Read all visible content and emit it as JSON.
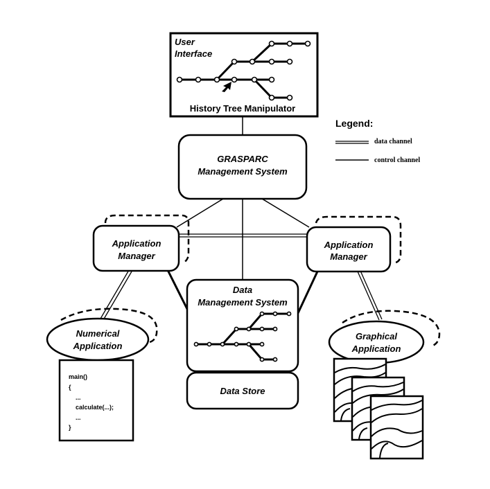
{
  "diagram": {
    "user_interface": {
      "label_line1": "User",
      "label_line2": "Interface",
      "caption": "History Tree Manipulator"
    },
    "gms": {
      "line1": "GRASPARC",
      "line2": "Management System"
    },
    "legend": {
      "title": "Legend:",
      "items": [
        {
          "style": "double-line",
          "label": "data channel"
        },
        {
          "style": "single-line",
          "label": "control channel"
        }
      ]
    },
    "app_manager_left": {
      "line1": "Application",
      "line2": "Manager"
    },
    "app_manager_right": {
      "line1": "Application",
      "line2": "Manager"
    },
    "dms": {
      "line1": "Data",
      "line2": "Management System"
    },
    "data_store": {
      "label": "Data Store"
    },
    "numerical_app": {
      "line1": "Numerical",
      "line2": "Application",
      "code_lines": [
        "main()",
        "{",
        "...",
        "calculate(...);",
        "...",
        "}"
      ]
    },
    "graphical_app": {
      "line1": "Graphical",
      "line2": "Application"
    },
    "connections": [
      {
        "from": "user_interface",
        "to": "gms",
        "type": "control channel"
      },
      {
        "from": "gms",
        "to": "app_manager_left",
        "type": "control channel"
      },
      {
        "from": "gms",
        "to": "app_manager_right",
        "type": "control channel"
      },
      {
        "from": "gms",
        "to": "dms",
        "type": "control channel"
      },
      {
        "from": "app_manager_left",
        "to": "app_manager_right",
        "type": "data channel"
      },
      {
        "from": "app_manager_left",
        "to": "numerical_app",
        "type": "data channel"
      },
      {
        "from": "app_manager_right",
        "to": "graphical_app",
        "type": "data channel"
      },
      {
        "from": "app_manager_left",
        "to": "dms",
        "type": "control channel"
      },
      {
        "from": "app_manager_right",
        "to": "dms",
        "type": "control channel"
      }
    ]
  }
}
